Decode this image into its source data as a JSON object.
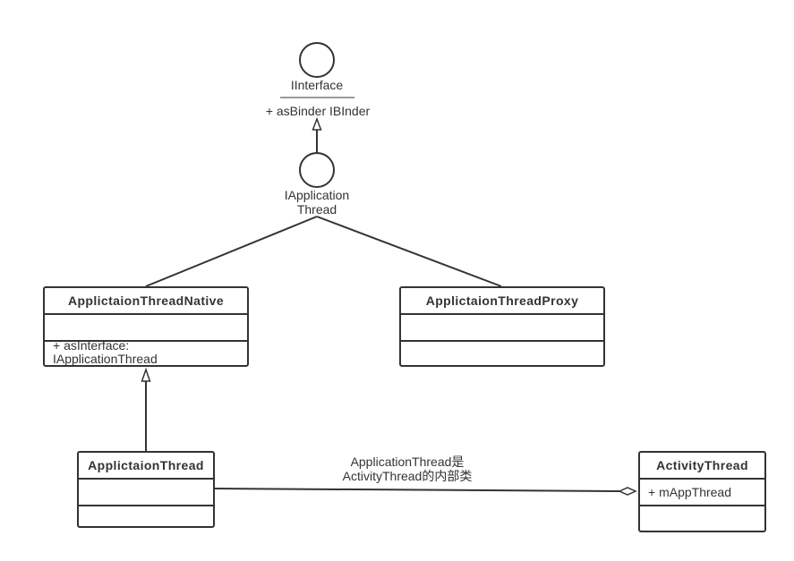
{
  "theme": {
    "stroke": "#333333",
    "text": "#333333",
    "background": "#ffffff"
  },
  "diagram": {
    "iinterface": {
      "name": "IInterface",
      "members": [
        "+ asBinder IBInder"
      ]
    },
    "iapplication_thread": {
      "name_lines": [
        "IApplication",
        "Thread"
      ]
    },
    "classes": {
      "native": {
        "name": "ApplictaionThreadNative",
        "attributes": [],
        "operations": [
          "+ asInterface: IApplicationThread"
        ]
      },
      "proxy": {
        "name": "ApplictaionThreadProxy",
        "attributes": [],
        "operations": []
      },
      "application_thread": {
        "name": "ApplictaionThread",
        "attributes": [],
        "operations": []
      },
      "activity_thread": {
        "name": "ActivityThread",
        "attributes": [
          "+ mAppThread"
        ],
        "operations": []
      }
    },
    "association_label_lines": [
      "ApplicationThread是",
      "ActivityThread的内部类"
    ]
  }
}
